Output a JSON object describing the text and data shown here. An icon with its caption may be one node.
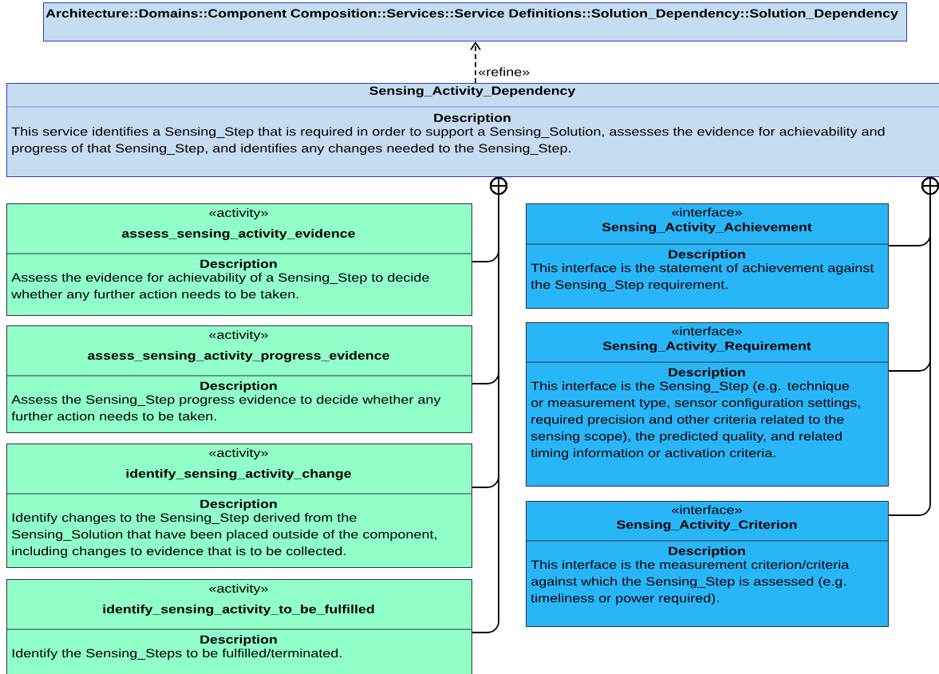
{
  "diagram": {
    "nodes": [
      {
        "text": [
          "Architecture::Domains::Component Composition::Services::Service Definitions::Solution_Dependency::Solution_Dependency"
        ]
      },
      {
        "text": [
          "Sensing_Activity_Dependency",
          "Description",
          "This service identifies a Sensing_Step that is required in order to support a Sensing_Solution, assesses the evidence for achievability and progress of that Sensing_Step, and identifies any changes needed to the Sensing_Step."
        ]
      },
      {
        "text": [
          "«activity»",
          "assess_sensing_activity_evidence",
          "Description",
          "Assess the evidence for achievability of a Sensing_Step to decide whether any further action needs to be taken."
        ]
      },
      {
        "text": [
          "«activity»",
          "assess_sensing_activity_progress_evidence",
          "Description",
          "Assess the Sensing_Step progress evidence to decide whether any further action needs to be taken."
        ]
      },
      {
        "text": [
          "«activity»",
          "identify_sensing_activity_change",
          "Description",
          "Identify changes to the Sensing_Step derived from the Sensing_Solution that have been placed outside of the component, including changes to evidence that is to be collected."
        ]
      },
      {
        "text": [
          "«activity»",
          "identify_sensing_activity_to_be_fulfilled",
          "Description",
          "Identify the Sensing_Steps to be fulfilled/terminated."
        ]
      },
      {
        "text": [
          "«interface»",
          "Sensing_Activity_Achievement",
          "Description",
          "This interface is the statement of achievement against the Sensing_Step requirement."
        ]
      },
      {
        "text": [
          "«interface»",
          "Sensing_Activity_Requirement",
          "Description",
          "This interface is the Sensing_Step (e.g. technique or measurement type, sensor configuration settings, required precision and other criteria related to the sensing scope), the predicted quality, and related timing information or activation criteria."
        ]
      },
      {
        "text": [
          "«interface»",
          "Sensing_Activity_Criterion",
          "Description",
          "This interface is the measurement criterion/criteria against which the Sensing_Step is assessed (e.g. timeliness or power required)."
        ]
      }
    ],
    "edges": [
      {
        "from": 1,
        "to": 0,
        "arrow": "to",
        "label": "«refine»",
        "style": "dashed"
      },
      {
        "from": 2,
        "to": 1,
        "arrow": "other"
      },
      {
        "from": 3,
        "to": 1,
        "arrow": "other"
      },
      {
        "from": 4,
        "to": 1,
        "arrow": "other"
      },
      {
        "from": 5,
        "to": 1,
        "arrow": "other"
      },
      {
        "from": 6,
        "to": 1,
        "arrow": "other"
      },
      {
        "from": 7,
        "to": 1,
        "arrow": "other"
      },
      {
        "from": 8,
        "to": 1,
        "arrow": "other"
      }
    ]
  }
}
